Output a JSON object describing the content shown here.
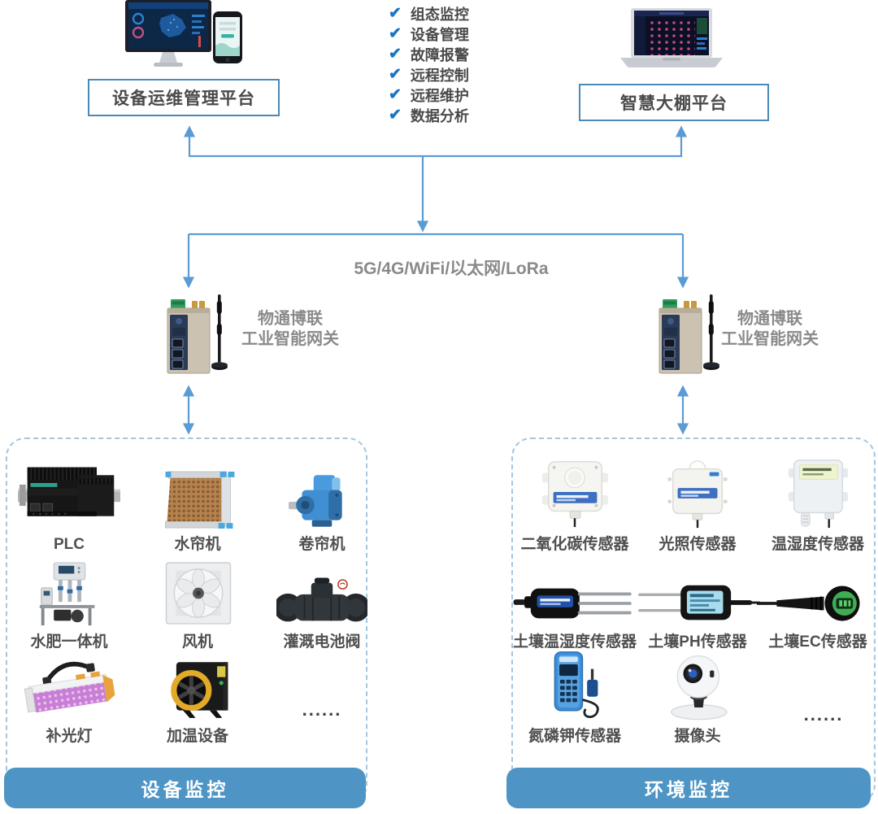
{
  "palette": {
    "line_blue": "#5b9bd5",
    "box_border_blue": "#4a89b8",
    "bar_blue": "#4e95c6",
    "check_blue": "#1b74c4",
    "text_dark": "#4a4a4a",
    "text_gray": "#8a8a8a"
  },
  "check_glyph": "✔",
  "platforms": {
    "left": {
      "label": "设备运维管理平台"
    },
    "right": {
      "label": "智慧大棚平台"
    }
  },
  "features": [
    "组态监控",
    "设备管理",
    "故障报警",
    "远程控制",
    "远程维护",
    "数据分析"
  ],
  "network": {
    "label": "5G/4G/WiFi/以太网/LoRa"
  },
  "gateways": {
    "left": {
      "line1": "物通博联",
      "line2": "工业智能网关"
    },
    "right": {
      "line1": "物通博联",
      "line2": "工业智能网关"
    }
  },
  "device_group": {
    "title": "设备监控",
    "items": [
      "PLC",
      "水帘机",
      "卷帘机",
      "水肥一体机",
      "风机",
      "灌溉电池阀",
      "补光灯",
      "加温设备",
      "......"
    ]
  },
  "env_group": {
    "title": "环境监控",
    "items": [
      "二氧化碳传感器",
      "光照传感器",
      "温湿度传感器",
      "土壤温湿度传感器",
      "土壤PH传感器",
      "土壤EC传感器",
      "氮磷钾传感器",
      "摄像头",
      "......"
    ]
  }
}
